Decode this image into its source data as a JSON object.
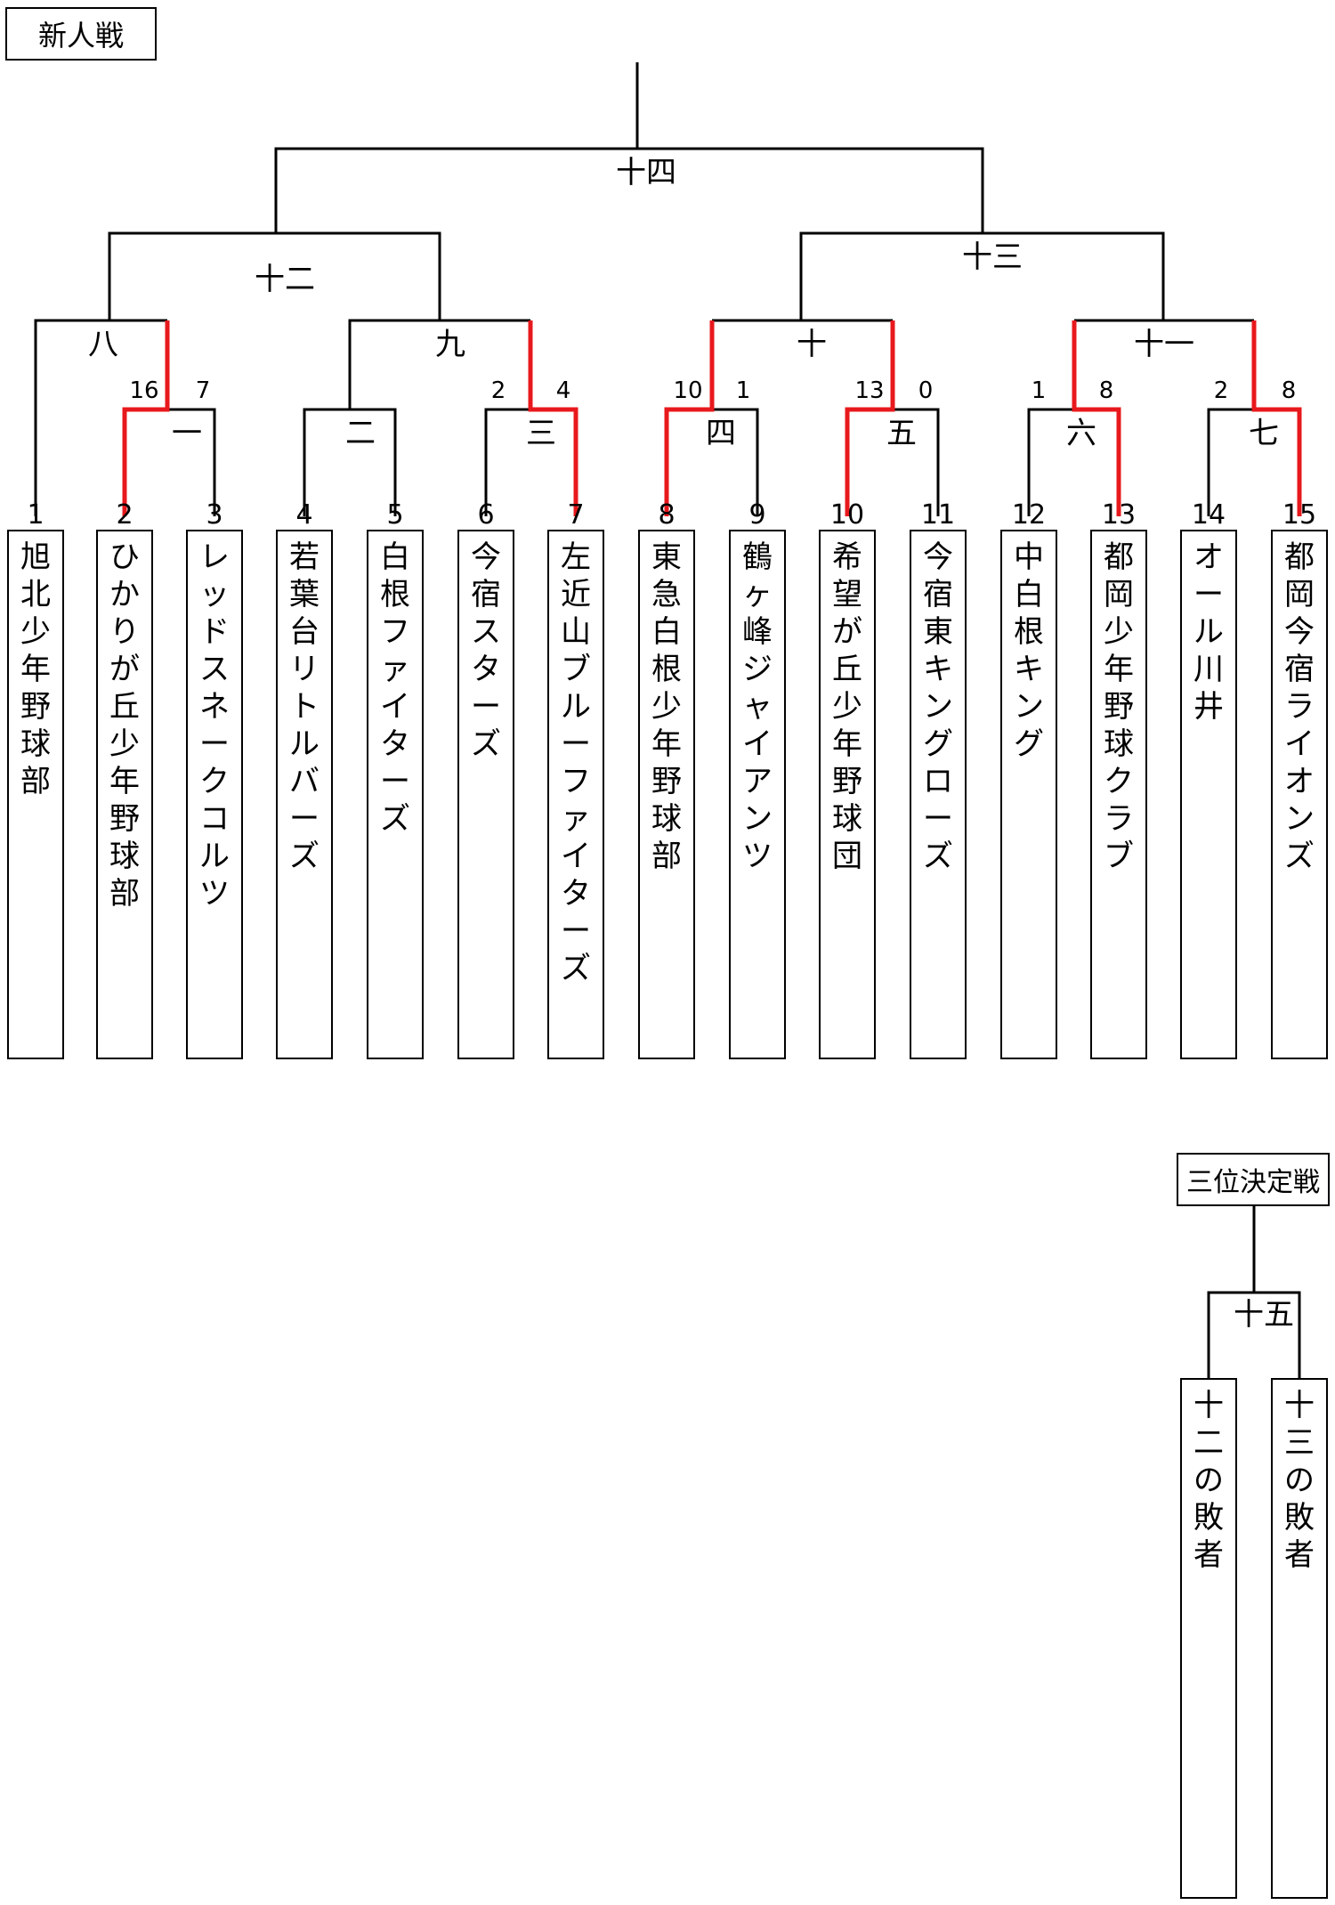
{
  "title": "新人戦",
  "third_place_title": "三位決定戦",
  "teams": [
    {
      "seed": "1",
      "name": "旭北少年野球部"
    },
    {
      "seed": "2",
      "name": "ひかりが丘少年野球部"
    },
    {
      "seed": "3",
      "name": "レッドスネークコルツ"
    },
    {
      "seed": "4",
      "name": "若葉台リトルバーズ"
    },
    {
      "seed": "5",
      "name": "白根ファイターズ"
    },
    {
      "seed": "6",
      "name": "今宿スターズ"
    },
    {
      "seed": "7",
      "name": "左近山ブルーファイターズ"
    },
    {
      "seed": "8",
      "name": "東急白根少年野球部"
    },
    {
      "seed": "9",
      "name": "鶴ヶ峰ジャイアンツ"
    },
    {
      "seed": "10",
      "name": "希望が丘少年野球団"
    },
    {
      "seed": "11",
      "name": "今宿東キングローズ"
    },
    {
      "seed": "12",
      "name": "中白根キング"
    },
    {
      "seed": "13",
      "name": "都岡少年野球クラブ"
    },
    {
      "seed": "14",
      "name": "オール川井"
    },
    {
      "seed": "15",
      "name": "都岡今宿ライオンズ"
    }
  ],
  "third_place_entrants": [
    {
      "name": "十二の敗者"
    },
    {
      "name": "十三の敗者"
    }
  ],
  "matches": {
    "m1": {
      "label": "一",
      "score_left": "16",
      "score_right": "7"
    },
    "m2": {
      "label": "二",
      "score_left": "",
      "score_right": ""
    },
    "m3": {
      "label": "三",
      "score_left": "2",
      "score_right": "4"
    },
    "m4": {
      "label": "四",
      "score_left": "10",
      "score_right": "1"
    },
    "m5": {
      "label": "五",
      "score_left": "13",
      "score_right": "0"
    },
    "m6": {
      "label": "六",
      "score_left": "1",
      "score_right": "8"
    },
    "m7": {
      "label": "七",
      "score_left": "2",
      "score_right": "8"
    },
    "m8": {
      "label": "八"
    },
    "m9": {
      "label": "九"
    },
    "m10": {
      "label": "十"
    },
    "m11": {
      "label": "十一"
    },
    "m12": {
      "label": "十二"
    },
    "m13": {
      "label": "十三"
    },
    "m14": {
      "label": "十四"
    },
    "m15": {
      "label": "十五"
    }
  },
  "colors": {
    "line": "#000000",
    "winner_path": "#e8191c"
  }
}
